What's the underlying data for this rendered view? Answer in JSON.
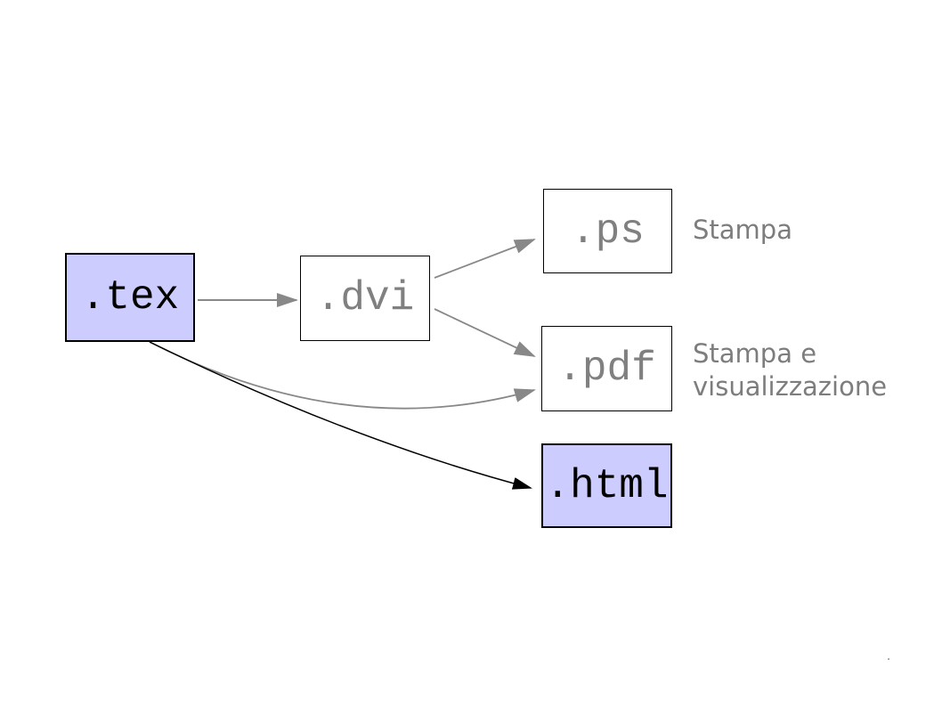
{
  "diagram": {
    "description": "LaTeX output formats flow diagram",
    "nodes": {
      "tex": {
        "label": ".tex",
        "style": "highlight"
      },
      "dvi": {
        "label": ".dvi",
        "style": "plain"
      },
      "ps": {
        "label": ".ps",
        "style": "plain"
      },
      "pdf": {
        "label": ".pdf",
        "style": "plain"
      },
      "html": {
        "label": ".html",
        "style": "highlight"
      }
    },
    "edges": [
      {
        "from": "tex",
        "to": "dvi",
        "color": "gray",
        "shape": "straight"
      },
      {
        "from": "dvi",
        "to": "ps",
        "color": "gray",
        "shape": "straight"
      },
      {
        "from": "dvi",
        "to": "pdf",
        "color": "gray",
        "shape": "straight"
      },
      {
        "from": "tex",
        "to": "pdf",
        "color": "gray",
        "shape": "curved"
      },
      {
        "from": "tex",
        "to": "html",
        "color": "black",
        "shape": "curved"
      }
    ],
    "annotations": {
      "ps": "Stampa",
      "pdf": "Stampa e visualizzazione"
    },
    "stray_mark": ".",
    "colors": {
      "highlight_fill": "#ccccff",
      "plain_fill": "#ffffff",
      "node_border": "#000000",
      "gray_text": "#808080",
      "annotation_text": "#7d7d7d",
      "arrow_gray": "#888888",
      "arrow_black": "#000000",
      "background": "#ffffff"
    }
  }
}
